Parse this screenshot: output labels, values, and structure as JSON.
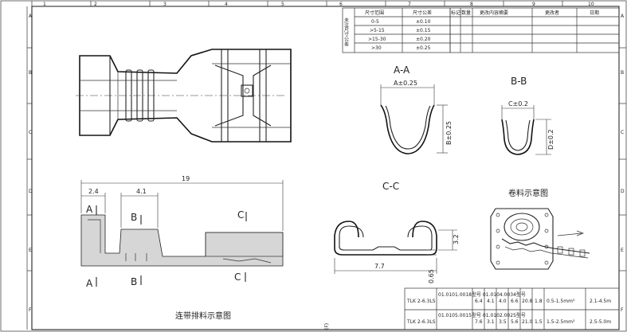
{
  "border": {
    "cols": [
      "1",
      "2",
      "3",
      "4",
      "5",
      "6",
      "7",
      "8",
      "9",
      "10"
    ],
    "rows": [
      "A",
      "B",
      "C",
      "D",
      "E",
      "F"
    ]
  },
  "tolerance_table": {
    "side_label": "未注尺寸公差",
    "headers": [
      "尺寸范围",
      "尺寸公差"
    ],
    "rows": [
      [
        "0-5",
        "±0.10"
      ],
      [
        ">5-15",
        "±0.15"
      ],
      [
        ">15-30",
        "±0.20"
      ],
      [
        ">30",
        "±0.25"
      ]
    ]
  },
  "revision_table": {
    "headers": [
      "标记",
      "数量",
      "更改内容摘要",
      "更改者",
      "日期"
    ]
  },
  "sections": {
    "aa": {
      "title": "A-A",
      "dim_width": "A±0.25",
      "dim_height": "B±0.25"
    },
    "bb": {
      "title": "B-B",
      "dim_width": "C±0.2",
      "dim_height": "D±0.2"
    },
    "cc": {
      "title": "C-C",
      "dim_height": "3.2",
      "dim_width": "7.7",
      "dim_thickness": "0.65"
    }
  },
  "side_view": {
    "dim_total": "19",
    "dim_a": "2.4",
    "dim_b": "4.1",
    "marks": {
      "a_top": "A",
      "b_top": "B",
      "c_top": "C",
      "a_bottom": "A",
      "b_bottom": "B",
      "c_bottom": "C"
    }
  },
  "captions": {
    "strip": "连带排料示意图",
    "coil": "卷料示意图",
    "sheet_mark": "(F)"
  },
  "spec_table": {
    "rows": [
      {
        "model": "TLK 2-6.3LS",
        "spec": "01.0101.0018型号 01.0104.0034型号",
        "values": [
          "6.4",
          "4.1",
          "4.0",
          "6.6",
          "20.8",
          "1.8"
        ],
        "wire": "0.5-1.5mm²",
        "range": "2.1-4.5m"
      },
      {
        "model": "TLK 2-6.3LS",
        "spec": "01.0105.0015型号 01.0102.0025型号",
        "values": [
          "7.6",
          "3.1",
          "3.5",
          "5.6",
          "21.0",
          "1.5"
        ],
        "wire": "1.5-2.5mm²",
        "range": "2.5-5.0m"
      }
    ]
  }
}
